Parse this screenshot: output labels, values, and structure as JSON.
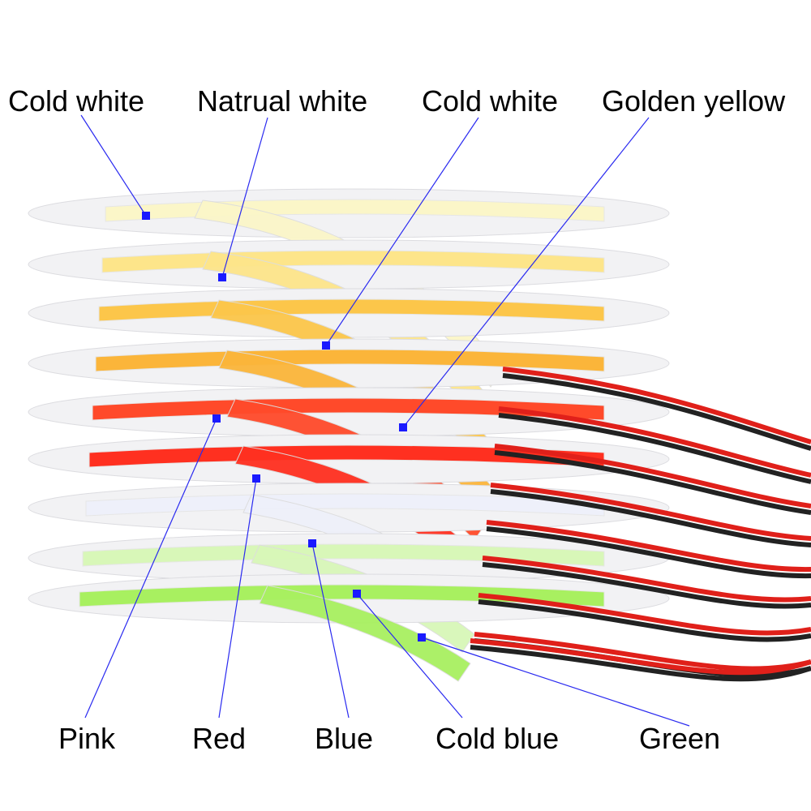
{
  "top_labels": [
    "Cold white",
    "Natrual white",
    "Cold white",
    "Golden yellow"
  ],
  "bottom_labels": [
    "Pink",
    "Red",
    "Blue",
    "Cold blue",
    "Green"
  ],
  "colors": {
    "leader_line": "#2a2af0",
    "dot": "#1a1aff",
    "cold_white": "#fbf6c8",
    "natural_white": "#fde58a",
    "warm": "#fcc64a",
    "golden_yellow": "#fbb53a",
    "pink": "#ff4a2a",
    "red": "#ff3020",
    "blue": "#eef0fa",
    "cold_blue": "#d8f7b8",
    "green": "#a8f060"
  }
}
